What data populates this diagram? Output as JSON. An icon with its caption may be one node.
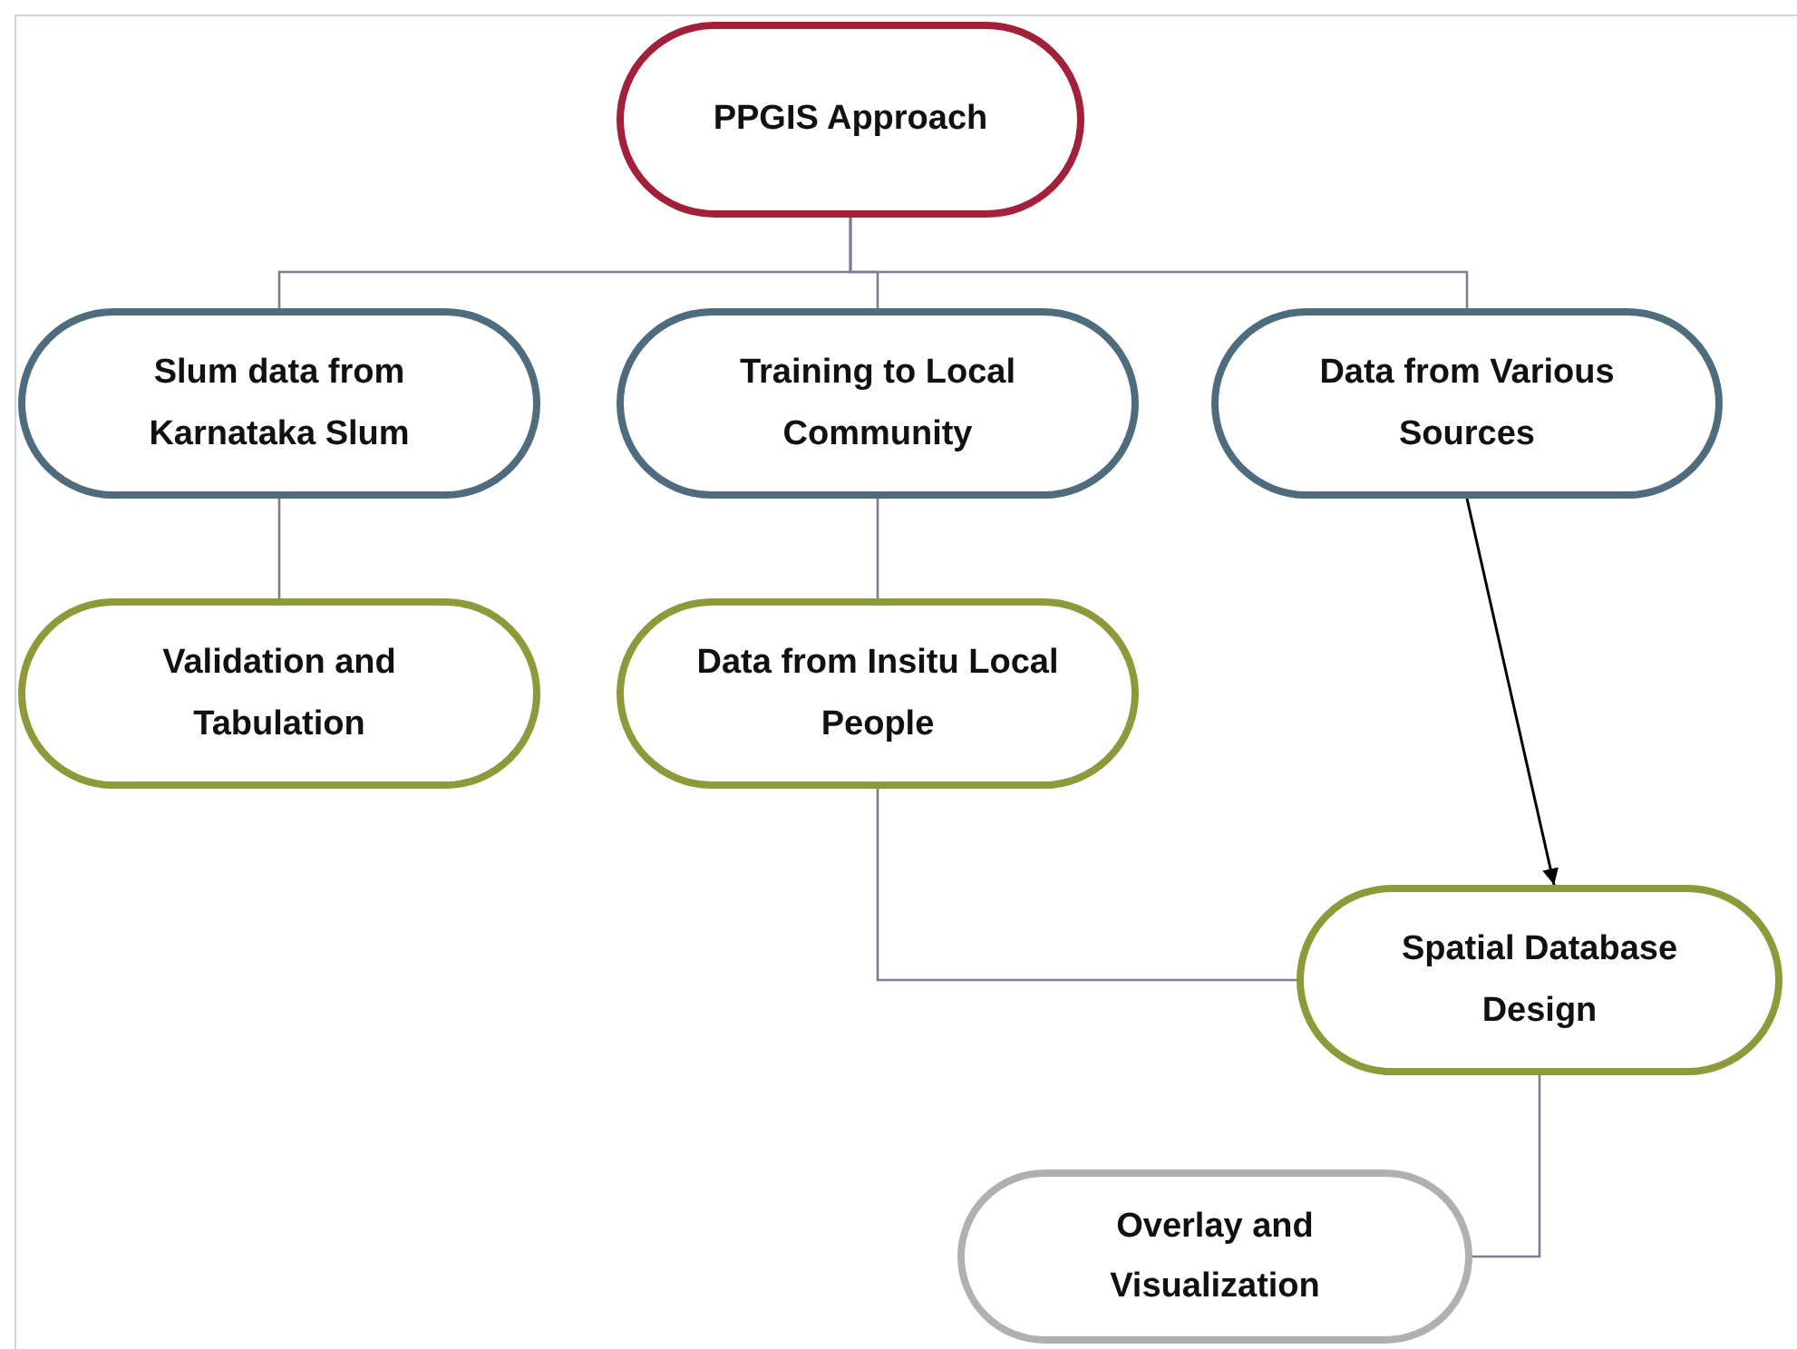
{
  "diagram": {
    "nodes": [
      {
        "text": [
          "PPGIS Approach"
        ]
      },
      {
        "text": [
          "Slum data from Karnataka Slum"
        ]
      },
      {
        "text": [
          "Training to Local Community"
        ]
      },
      {
        "text": [
          "Data from Various Sources"
        ]
      },
      {
        "text": [
          "Validation and Tabulation"
        ]
      },
      {
        "text": [
          "Data from Insitu Local People"
        ]
      },
      {
        "text": [
          "Spatial Database Design"
        ]
      },
      {
        "text": [
          "Overlay and Visualization"
        ]
      }
    ],
    "edges": [
      {
        "from": 0,
        "to": 1,
        "arrow": "none"
      },
      {
        "from": 0,
        "to": 2,
        "arrow": "none"
      },
      {
        "from": 0,
        "to": 3,
        "arrow": "none"
      },
      {
        "from": 1,
        "to": 4,
        "arrow": "none"
      },
      {
        "from": 2,
        "to": 5,
        "arrow": "none"
      },
      {
        "from": 3,
        "to": 6,
        "arrow": "to",
        "color": "#000000"
      },
      {
        "from": 5,
        "to": 6,
        "arrow": "none"
      },
      {
        "from": 6,
        "to": 7,
        "arrow": "none"
      }
    ]
  }
}
